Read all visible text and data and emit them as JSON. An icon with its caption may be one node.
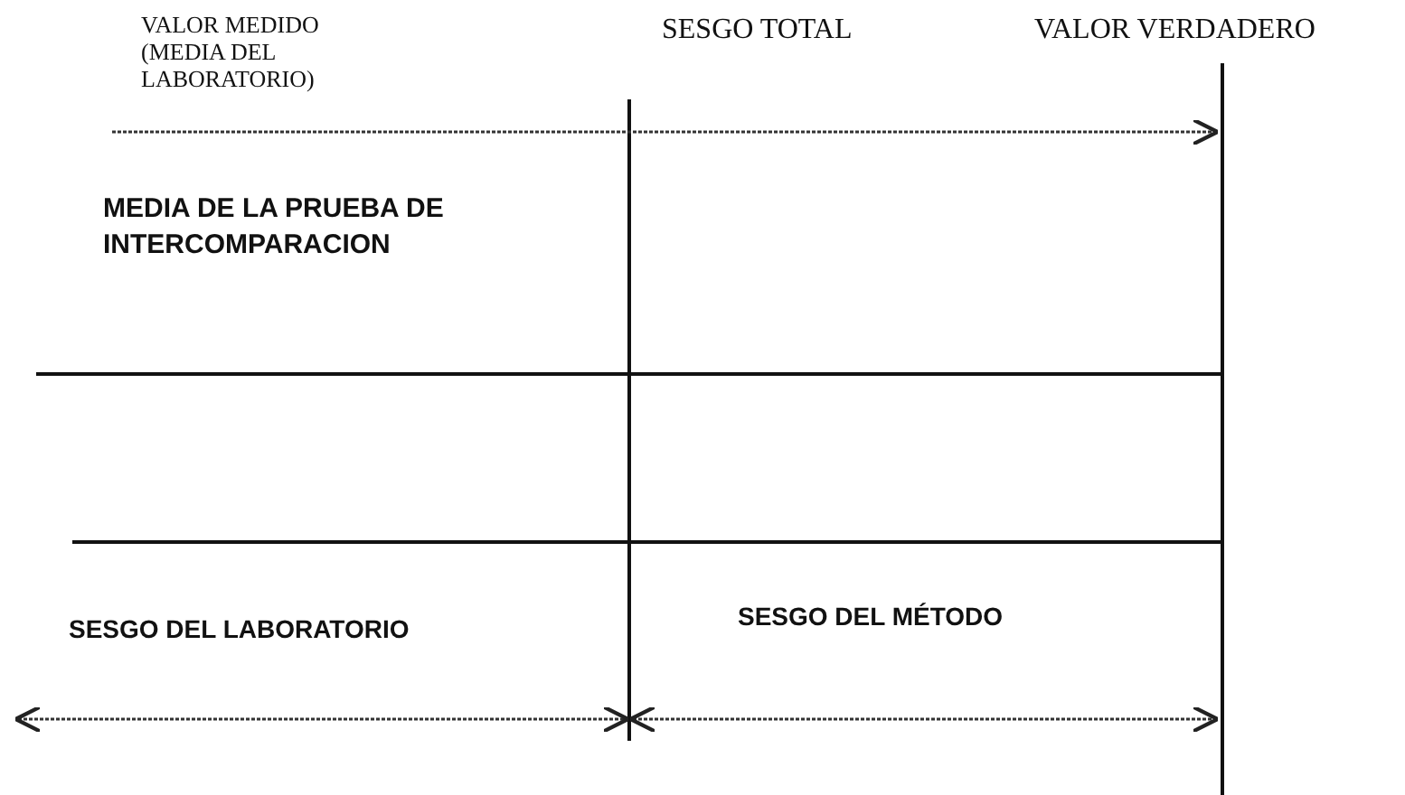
{
  "diagram": {
    "labels": [
      "VALOR MEDIDO (MEDIA DEL LABORATORIO)",
      "SESGO TOTAL",
      "VALOR VERDADERO",
      "MEDIA DE LA PRUEBA DE INTERCOMPARACION",
      "SESGO DEL LABORATORIO",
      "SESGO DEL MÉTODO"
    ]
  }
}
